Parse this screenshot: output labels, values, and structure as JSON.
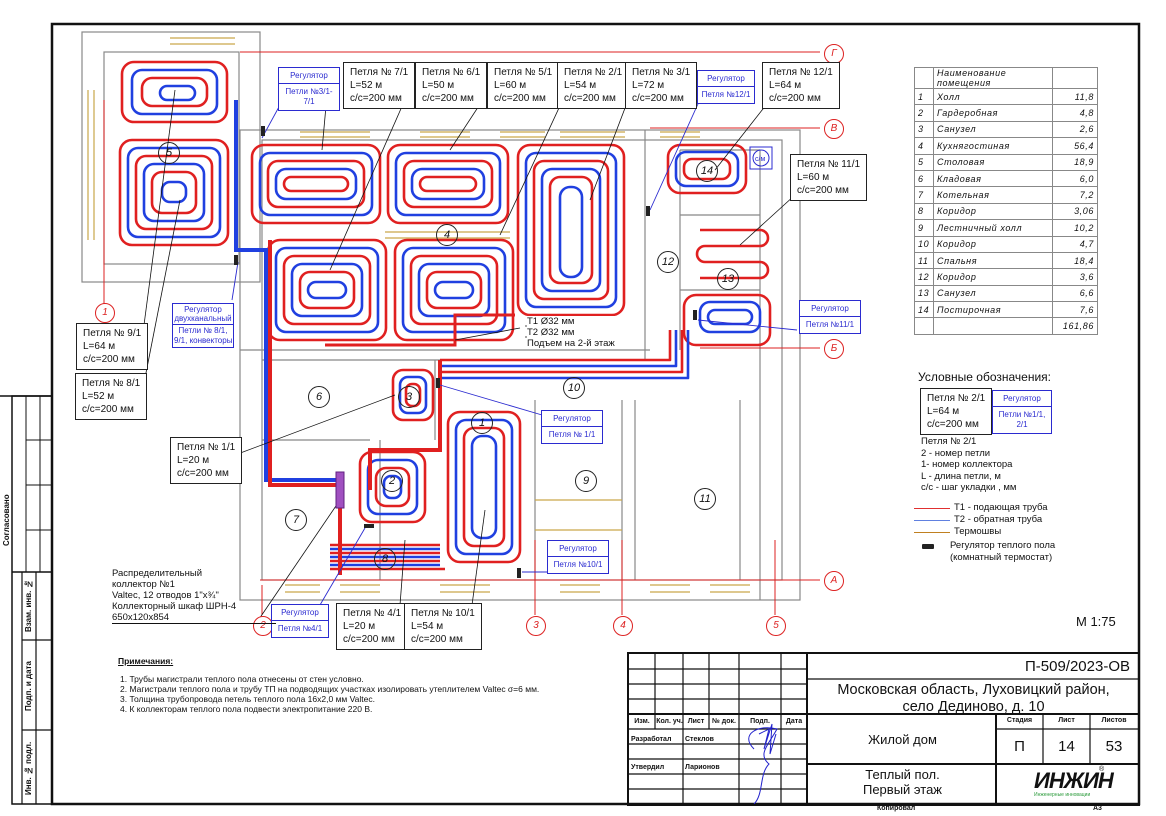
{
  "sheet": {
    "scale": "М 1:75",
    "format": "А3",
    "copied_label": "Копировал"
  },
  "side_stamp": {
    "agreed": "Согласовано",
    "replace_inv": "Взам. инв. №",
    "sign_date": "Подп. и дата",
    "inv_orig": "Инв. № подл."
  },
  "axes": {
    "letters": [
      "Г",
      "В",
      "Б",
      "А"
    ],
    "numbers": [
      "1",
      "2",
      "3",
      "4",
      "5"
    ]
  },
  "room_markers": [
    "1",
    "2",
    "3",
    "4",
    "5",
    "6",
    "7",
    "8",
    "9",
    "10",
    "11",
    "12",
    "13",
    "14"
  ],
  "loops": [
    {
      "id": "7/1",
      "title": "Петля № 7/1",
      "length": "L=52 м",
      "step": "с/с=200 мм"
    },
    {
      "id": "6/1",
      "title": "Петля № 6/1",
      "length": "L=50 м",
      "step": "с/с=200 мм"
    },
    {
      "id": "5/1",
      "title": "Петля № 5/1",
      "length": "L=60 м",
      "step": "с/с=200 мм"
    },
    {
      "id": "2/1",
      "title": "Петля № 2/1",
      "length": "L=54 м",
      "step": "с/с=200 мм"
    },
    {
      "id": "3/1",
      "title": "Петля № 3/1",
      "length": "L=72 м",
      "step": "с/с=200 мм"
    },
    {
      "id": "12/1",
      "title": "Петля № 12/1",
      "length": "L=64 м",
      "step": "с/с=200 мм"
    },
    {
      "id": "11/1",
      "title": "Петля № 11/1",
      "length": "L=60 м",
      "step": "с/с=200 мм"
    },
    {
      "id": "9/1",
      "title": "Петля № 9/1",
      "length": "L=64 м",
      "step": "с/с=200 мм"
    },
    {
      "id": "8/1",
      "title": "Петля № 8/1",
      "length": "L=52 м",
      "step": "с/с=200 мм"
    },
    {
      "id": "1/1",
      "title": "Петля № 1/1",
      "length": "L=20 м",
      "step": "с/с=200 мм"
    },
    {
      "id": "4/1",
      "title": "Петля № 4/1",
      "length": "L=20 м",
      "step": "с/с=200 мм"
    },
    {
      "id": "10/1",
      "title": "Петля № 10/1",
      "length": "L=54 м",
      "step": "с/с=200 мм"
    }
  ],
  "regulators": [
    {
      "title": "Регулятор",
      "loops": "Петли №3/1-\n7/1"
    },
    {
      "title": "Регулятор",
      "loops": "Петля №12/1"
    },
    {
      "title": "Регулятор",
      "loops": "Петля №11/1"
    },
    {
      "title": "Регулятор\nдвухканальный",
      "loops": "Петли № 8/1,\n9/1, конвекторы"
    },
    {
      "title": "Регулятор",
      "loops": "Петля № 1/1"
    },
    {
      "title": "Регулятор",
      "loops": "Петля №10/1"
    },
    {
      "title": "Регулятор",
      "loops": "Петля №4/1"
    }
  ],
  "riser": {
    "t1": "Т1 Ø32 мм",
    "t2": "Т2 Ø32 мм",
    "note": "Подъем на 2-й этаж"
  },
  "collector": {
    "lines": [
      "Распределительный",
      "коллектор №1",
      "Valtec, 12 отводов 1\"х¾\"",
      "Коллекторный шкаф  ШРН-4",
      "650х120х854"
    ]
  },
  "rooms_table": {
    "header": "Наименование помещения",
    "rows": [
      {
        "n": "1",
        "name": "Холл",
        "area": "11,8"
      },
      {
        "n": "2",
        "name": "Гардеробная",
        "area": "4,8"
      },
      {
        "n": "3",
        "name": "Санузел",
        "area": "2,6"
      },
      {
        "n": "4",
        "name": "Кухнягостиная",
        "area": "56,4"
      },
      {
        "n": "5",
        "name": "Столовая",
        "area": "18,9"
      },
      {
        "n": "6",
        "name": "Кладовая",
        "area": "6,0"
      },
      {
        "n": "7",
        "name": "Котельная",
        "area": "7,2"
      },
      {
        "n": "8",
        "name": "Коридор",
        "area": "3,06"
      },
      {
        "n": "9",
        "name": "Лестничный холл",
        "area": "10,2"
      },
      {
        "n": "10",
        "name": "Коридор",
        "area": "4,7"
      },
      {
        "n": "11",
        "name": "Спальня",
        "area": "18,4"
      },
      {
        "n": "12",
        "name": "Коридор",
        "area": "3,6"
      },
      {
        "n": "13",
        "name": "Санузел",
        "area": "6,6"
      },
      {
        "n": "14",
        "name": "Постирочная",
        "area": "7,6"
      }
    ],
    "total": "161,86"
  },
  "legend": {
    "title": "Условные обозначения:",
    "sample_loop": {
      "title": "Петля № 2/1",
      "length": "L=64 м",
      "step": "с/с=200 мм"
    },
    "sample_reg": {
      "title": "Регулятор",
      "loops": "Петли №1/1,\n2/1"
    },
    "explain": [
      "Петля № 2/1",
      "2 - номер петли",
      "1- номер коллектора",
      "L - длина петли, м",
      "с/с - шаг укладки , мм"
    ],
    "lines": [
      {
        "label": "Т1 - подающая труба",
        "color": "#e03030"
      },
      {
        "label": "Т2 - обратная труба",
        "color": "#6080e0"
      },
      {
        "label": "Термошвы",
        "color": "#c08020"
      }
    ],
    "thermostat": "Регулятор теплого пола\n(комнатный термостат)"
  },
  "notes": {
    "title": "Примечания:",
    "items": [
      "1.    Трубы магистрали теплого пола отнесены от стен условно.",
      "2.    Магистрали теплого пола и трубу ТП на подводящих участках изолировать утеплителем Valtec σ=6 мм.",
      "3.    Толщина трубопровода петель теплого пола 16х2,0 мм Valtec.",
      "4.    К коллекторам теплого пола подвести электропитание 220 В."
    ]
  },
  "title_block": {
    "code": "П-509/2023-ОВ",
    "address": "Московская область, Луховицкий район,\nсело Дединово, д. 10",
    "object": "Жилой дом",
    "sheet_title": "Теплый пол.\nПервый этаж",
    "stage_label": "Стадия",
    "sheet_label": "Лист",
    "sheets_label": "Листов",
    "stage": "П",
    "sheet": "14",
    "sheets": "53",
    "cols": [
      "Изм.",
      "Кол. уч.",
      "Лист",
      "№ док.",
      "Подп.",
      "Дата"
    ],
    "developed_label": "Разработал",
    "developed_by": "Стеклов",
    "approved_label": "Утвердил",
    "approved_by": "Ларионов",
    "logo": "ИНЖИН",
    "logo_sub": "Инженерные инновации",
    "colors": {
      "logo": "#111111",
      "logo_sub": "#2a9a3a"
    }
  }
}
